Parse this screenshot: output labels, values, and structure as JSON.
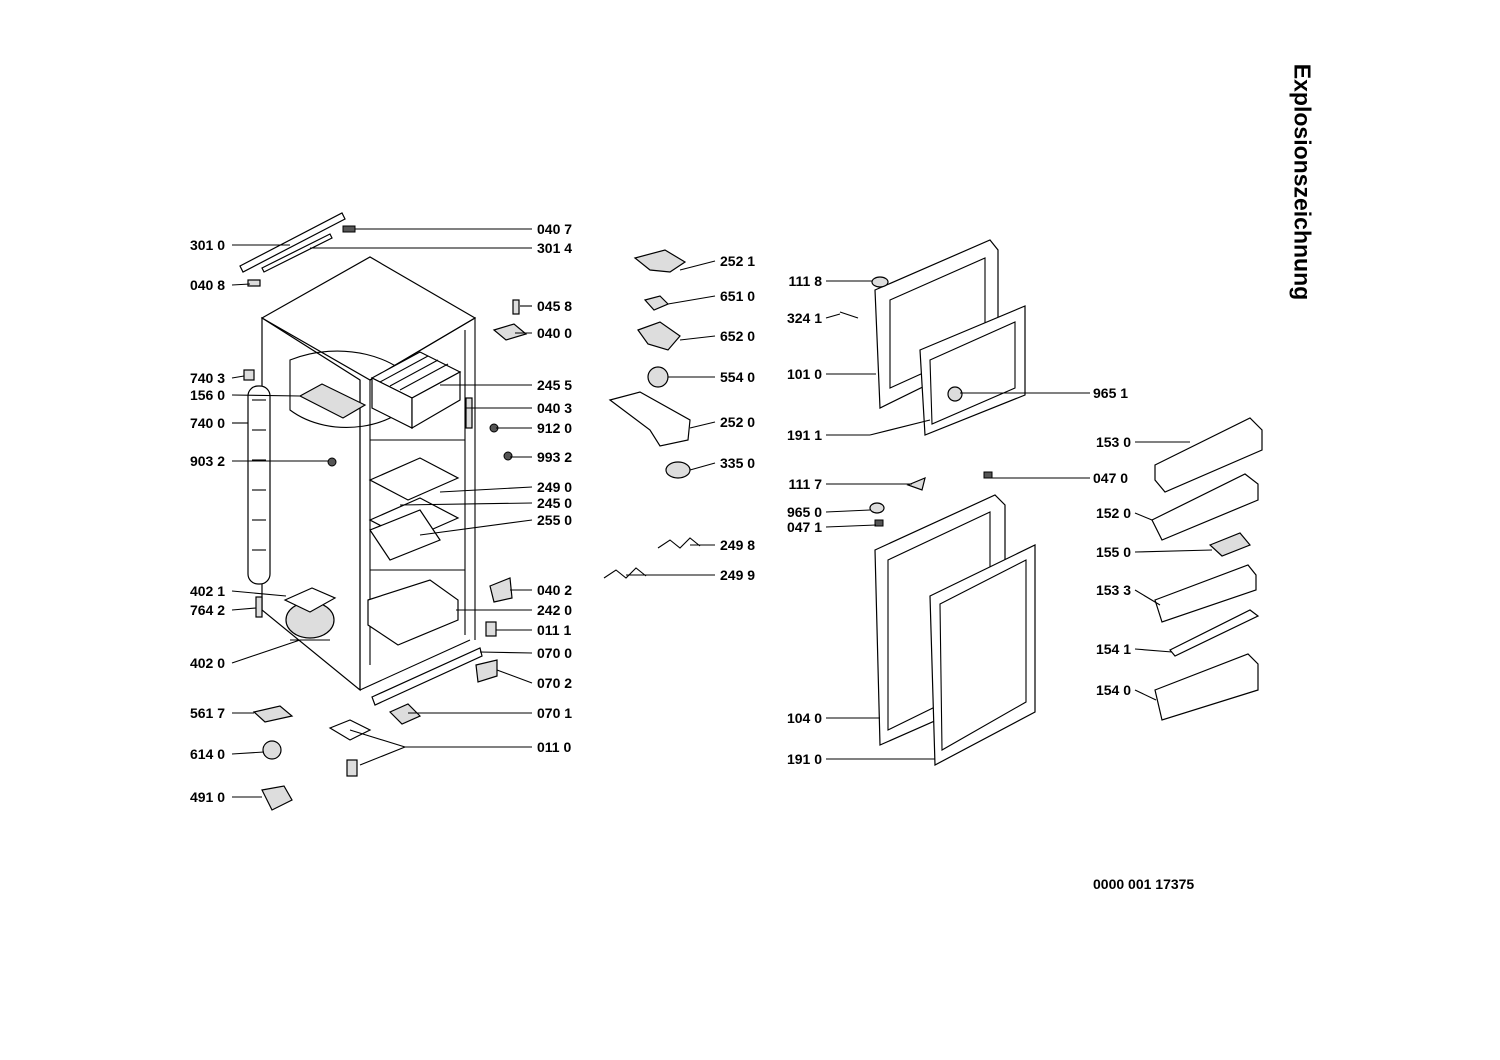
{
  "title": "Explosionszeichnung",
  "doc_number": "0000 001 17375",
  "parts": [
    {
      "id": "p3010",
      "label": "301 0"
    },
    {
      "id": "p0407",
      "label": "040 7"
    },
    {
      "id": "p3014",
      "label": "301 4"
    },
    {
      "id": "p0408",
      "label": "040 8"
    },
    {
      "id": "p0458",
      "label": "045 8"
    },
    {
      "id": "p0400",
      "label": "040 0"
    },
    {
      "id": "p7403",
      "label": "740 3"
    },
    {
      "id": "p1560",
      "label": "156 0"
    },
    {
      "id": "p2455",
      "label": "245 5"
    },
    {
      "id": "p0403",
      "label": "040 3"
    },
    {
      "id": "p7400",
      "label": "740 0"
    },
    {
      "id": "p9120",
      "label": "912 0"
    },
    {
      "id": "p9032",
      "label": "903 2"
    },
    {
      "id": "p9932",
      "label": "993 2"
    },
    {
      "id": "p2490",
      "label": "249 0"
    },
    {
      "id": "p2450",
      "label": "245 0"
    },
    {
      "id": "p2550",
      "label": "255 0"
    },
    {
      "id": "p4021",
      "label": "402 1"
    },
    {
      "id": "p0402",
      "label": "040 2"
    },
    {
      "id": "p7642",
      "label": "764 2"
    },
    {
      "id": "p2420",
      "label": "242 0"
    },
    {
      "id": "p0111",
      "label": "011 1"
    },
    {
      "id": "p4020",
      "label": "402 0"
    },
    {
      "id": "p0700",
      "label": "070 0"
    },
    {
      "id": "p0702",
      "label": "070 2"
    },
    {
      "id": "p5617",
      "label": "561 7"
    },
    {
      "id": "p0701",
      "label": "070 1"
    },
    {
      "id": "p0110",
      "label": "011 0"
    },
    {
      "id": "p6140",
      "label": "614 0"
    },
    {
      "id": "p4910",
      "label": "491 0"
    },
    {
      "id": "p2521",
      "label": "252 1"
    },
    {
      "id": "p6510",
      "label": "651 0"
    },
    {
      "id": "p6520",
      "label": "652 0"
    },
    {
      "id": "p5540",
      "label": "554 0"
    },
    {
      "id": "p2520",
      "label": "252 0"
    },
    {
      "id": "p3350",
      "label": "335 0"
    },
    {
      "id": "p2498",
      "label": "249 8"
    },
    {
      "id": "p2499",
      "label": "249 9"
    },
    {
      "id": "p1118",
      "label": "111 8"
    },
    {
      "id": "p3241",
      "label": "324 1"
    },
    {
      "id": "p1010",
      "label": "101 0"
    },
    {
      "id": "p9651",
      "label": "965 1"
    },
    {
      "id": "p1911",
      "label": "191 1"
    },
    {
      "id": "p1530",
      "label": "153 0"
    },
    {
      "id": "p1117",
      "label": "111 7"
    },
    {
      "id": "p0470",
      "label": "047 0"
    },
    {
      "id": "p9650",
      "label": "965 0"
    },
    {
      "id": "p1520",
      "label": "152 0"
    },
    {
      "id": "p0471",
      "label": "047 1"
    },
    {
      "id": "p1550",
      "label": "155 0"
    },
    {
      "id": "p1533",
      "label": "153 3"
    },
    {
      "id": "p1541",
      "label": "154 1"
    },
    {
      "id": "p1540",
      "label": "154 0"
    },
    {
      "id": "p1040",
      "label": "104 0"
    },
    {
      "id": "p1910",
      "label": "191 0"
    }
  ]
}
